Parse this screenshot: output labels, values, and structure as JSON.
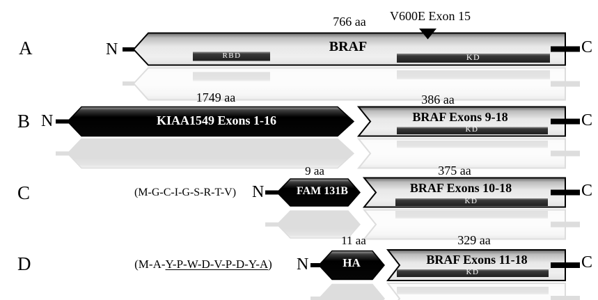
{
  "figure": {
    "description": "BRAF fusion protein construct diagram, panels A-D",
    "colors": {
      "background": "#ffffff",
      "outline": "#000000",
      "light_shape_fill": "#e9e9e9",
      "dark_shape_fill": "#000000",
      "domain_bar_fill": "#2f2f2f",
      "label_on_dark": "#ffffff",
      "label_on_light": "#000000"
    },
    "rowA": {
      "label": "A",
      "n": "N",
      "c": "C",
      "aa": "766 aa",
      "mutation": "V600E Exon 15",
      "name": "BRAF",
      "rbd": "RBD",
      "kd": "KD"
    },
    "rowB": {
      "label": "B",
      "n": "N",
      "c": "C",
      "left_aa": "1749 aa",
      "left_name": "KIAA1549 Exons 1-16",
      "right_aa": "386 aa",
      "right_name": "BRAF Exons 9-18",
      "kd": "KD"
    },
    "rowC": {
      "label": "C",
      "sequence": "(M-G-C-I-G-S-R-T-V)",
      "n": "N",
      "c": "C",
      "left_aa": "9 aa",
      "left_name": "FAM 131B",
      "right_aa": "375 aa",
      "right_name": "BRAF Exons 10-18",
      "kd": "KD"
    },
    "rowD": {
      "label": "D",
      "sequence_prefix": "(M-A-",
      "sequence_underlined": "Y-P-W-D-V-P-D-Y-A",
      "sequence_suffix": ")",
      "n": "N",
      "c": "C",
      "left_aa": "11 aa",
      "left_name": "HA",
      "right_aa": "329 aa",
      "right_name": "BRAF Exons 11-18",
      "kd": "KD"
    }
  }
}
